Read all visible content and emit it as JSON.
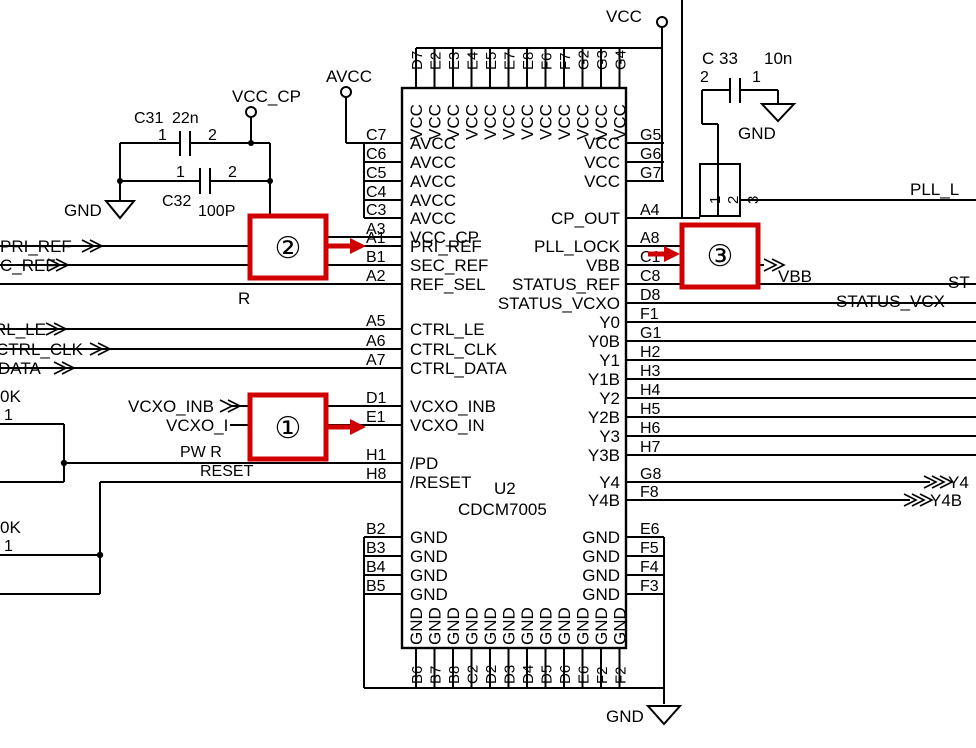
{
  "chip": {
    "ref": "U2",
    "part": "CDCM7005",
    "left_pins": [
      {
        "num": "C7",
        "name": "AVCC"
      },
      {
        "num": "C6",
        "name": "AVCC"
      },
      {
        "num": "C5",
        "name": "AVCC"
      },
      {
        "num": "C4",
        "name": "AVCC"
      },
      {
        "num": "C3",
        "name": "AVCC"
      },
      {
        "num": "A3",
        "name": "VCC_CP"
      },
      {
        "num": "A1",
        "name": "PRI_REF"
      },
      {
        "num": "B1",
        "name": "SEC_REF"
      },
      {
        "num": "A2",
        "name": "REF_SEL"
      },
      {
        "num": "A5",
        "name": "CTRL_LE"
      },
      {
        "num": "A6",
        "name": "CTRL_CLK"
      },
      {
        "num": "A7",
        "name": "CTRL_DATA"
      },
      {
        "num": "D1",
        "name": "VCXO_INB"
      },
      {
        "num": "E1",
        "name": "VCXO_IN"
      },
      {
        "num": "H1",
        "name": "/PD"
      },
      {
        "num": "H8",
        "name": "/RESET"
      },
      {
        "num": "B2",
        "name": "GND"
      },
      {
        "num": "B3",
        "name": "GND"
      },
      {
        "num": "B4",
        "name": "GND"
      },
      {
        "num": "B5",
        "name": "GND"
      }
    ],
    "right_pins": [
      {
        "num": "G5",
        "name": "VCC"
      },
      {
        "num": "G6",
        "name": "VCC"
      },
      {
        "num": "G7",
        "name": "VCC"
      },
      {
        "num": "A4",
        "name": "CP_OUT"
      },
      {
        "num": "A8",
        "name": "PLL_LOCK"
      },
      {
        "num": "C1",
        "name": "VBB"
      },
      {
        "num": "C8",
        "name": "STATUS_REF"
      },
      {
        "num": "D8",
        "name": "STATUS_VCXO"
      },
      {
        "num": "F1",
        "name": "Y0"
      },
      {
        "num": "G1",
        "name": "Y0B"
      },
      {
        "num": "H2",
        "name": "Y1"
      },
      {
        "num": "H3",
        "name": "Y1B"
      },
      {
        "num": "H4",
        "name": "Y2"
      },
      {
        "num": "H5",
        "name": "Y2B"
      },
      {
        "num": "H6",
        "name": "Y3"
      },
      {
        "num": "H7",
        "name": "Y3B"
      },
      {
        "num": "G8",
        "name": "Y4"
      },
      {
        "num": "F8",
        "name": "Y4B"
      },
      {
        "num": "E6",
        "name": "GND"
      },
      {
        "num": "F5",
        "name": "GND"
      },
      {
        "num": "F4",
        "name": "GND"
      },
      {
        "num": "F3",
        "name": "GND"
      }
    ],
    "top_pins": [
      {
        "num": "D7",
        "name": "VCC"
      },
      {
        "num": "E2",
        "name": "VCC"
      },
      {
        "num": "E3",
        "name": "VCC"
      },
      {
        "num": "E4",
        "name": "VCC"
      },
      {
        "num": "E5",
        "name": "VCC"
      },
      {
        "num": "E7",
        "name": "VCC"
      },
      {
        "num": "E8",
        "name": "VCC"
      },
      {
        "num": "F6",
        "name": "VCC"
      },
      {
        "num": "F7",
        "name": "VCC"
      },
      {
        "num": "G2",
        "name": "VCC"
      },
      {
        "num": "G3",
        "name": "VCC"
      },
      {
        "num": "G4",
        "name": "VCC"
      }
    ],
    "bottom_pins": [
      {
        "num": "B6",
        "name": "GND"
      },
      {
        "num": "B7",
        "name": "GND"
      },
      {
        "num": "B8",
        "name": "GND"
      },
      {
        "num": "C2",
        "name": "GND"
      },
      {
        "num": "D2",
        "name": "GND"
      },
      {
        "num": "D3",
        "name": "GND"
      },
      {
        "num": "D4",
        "name": "GND"
      },
      {
        "num": "D5",
        "name": "GND"
      },
      {
        "num": "D6",
        "name": "GND"
      },
      {
        "num": "E6",
        "name": "GND"
      },
      {
        "num": "F2",
        "name": "GND"
      },
      {
        "num": "F2",
        "name": "GND"
      }
    ]
  },
  "nets": {
    "vcc_top": "VCC",
    "avcc": "AVCC",
    "vcc_cp": "VCC_CP",
    "gnd_bottom": "GND",
    "gnd_left": "GND",
    "gnd_right": "GND",
    "pri_ref": "PRI_REF",
    "sec_ref": "C_REF",
    "ref_sel": "R",
    "ctrl_le": "RL_LE",
    "ctrl_clk": "CTRL_CLK",
    "ctrl_data": "DATA",
    "vcxo_inb": "VCXO_INB",
    "vcxo_in": "VCXO_I",
    "pwr": "PW R",
    "reset": "RESET",
    "vbb": "VBB",
    "pll_lock": "PLL_L",
    "status_ref": "ST",
    "status_vcxo": "STATUS_VCX",
    "y4": "Y4",
    "y4b": "Y4B"
  },
  "components": {
    "c31": {
      "ref": "C31",
      "value": "22n",
      "pin1": "1",
      "pin2": "2"
    },
    "c32": {
      "ref": "C32",
      "value": "100P",
      "pin1": "1",
      "pin2": "2"
    },
    "c33": {
      "ref": "C 33",
      "value": "10n",
      "pin1": "2",
      "pin2": "1"
    },
    "filter_pins": [
      "1",
      "2",
      "3"
    ],
    "r_top": {
      "value": "0K",
      "pin": "1"
    },
    "r_bottom": {
      "value": "0K",
      "pin": "1"
    }
  },
  "callouts": [
    {
      "label": "①",
      "target": "VCXO_IN"
    },
    {
      "label": "②",
      "target": "PRI_REF"
    },
    {
      "label": "③",
      "target": "PLL_LOCK"
    }
  ]
}
